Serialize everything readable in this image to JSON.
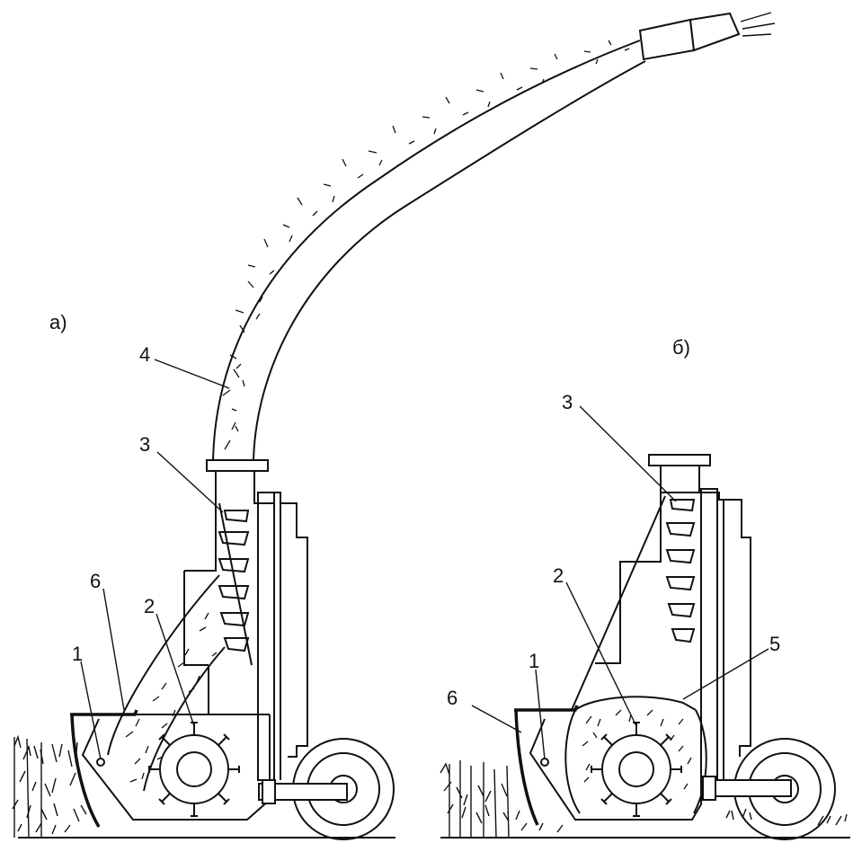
{
  "diagram": {
    "panel_a_label": "а)",
    "panel_b_label": "б)",
    "callouts_a": {
      "c1": "1",
      "c2": "2",
      "c3": "3",
      "c4": "4",
      "c6": "6"
    },
    "callouts_b": {
      "c1": "1",
      "c2": "2",
      "c3": "3",
      "c5": "5",
      "c6": "6"
    }
  }
}
